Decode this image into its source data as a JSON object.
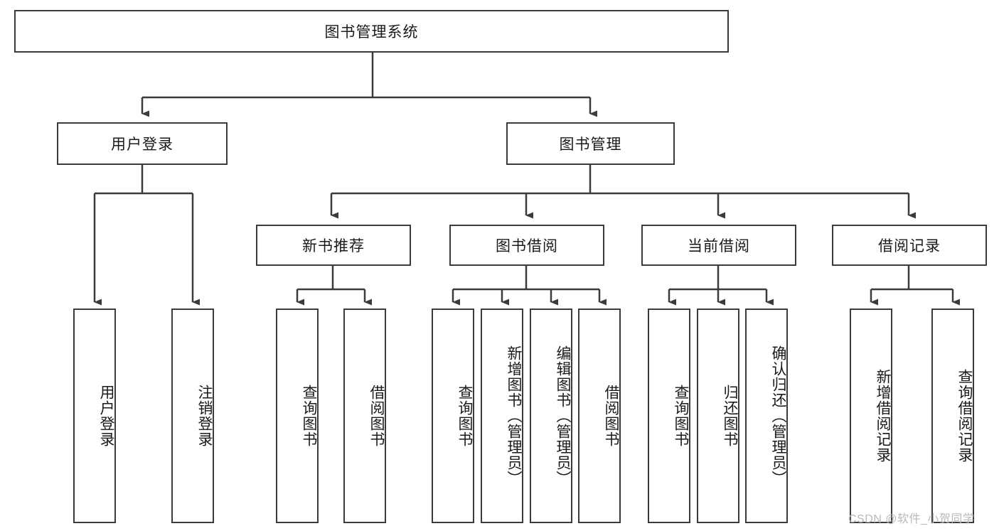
{
  "diagram": {
    "title": "图书管理系统",
    "type": "tree-hierarchy-diagram",
    "colors": {
      "box_border": "#3b3b3b",
      "box_fill": "#ffffff",
      "connector": "#3b3b3b",
      "text": "#1a1a1a",
      "watermark": "#b9b9b9",
      "background": "#ffffff"
    },
    "root": {
      "label": "图书管理系统"
    },
    "level2": [
      {
        "label": "用户登录"
      },
      {
        "label": "图书管理"
      }
    ],
    "level3": [
      {
        "label": "新书推荐"
      },
      {
        "label": "图书借阅"
      },
      {
        "label": "当前借阅"
      },
      {
        "label": "借阅记录"
      }
    ],
    "leaves": {
      "user_login": [
        {
          "label": "用户登录"
        },
        {
          "label": "注销登录"
        }
      ],
      "new_book_recommend": [
        {
          "label": "查询图书"
        },
        {
          "label": "借阅图书"
        }
      ],
      "book_borrow": [
        {
          "label": "查询图书"
        },
        {
          "label": "新增图书（管理员）"
        },
        {
          "label": "编辑图书（管理员）"
        },
        {
          "label": "借阅图书"
        }
      ],
      "current_borrow": [
        {
          "label": "查询图书"
        },
        {
          "label": "归还图书"
        },
        {
          "label": "确认归还（管理员）"
        }
      ],
      "borrow_record": [
        {
          "label": "新增借阅记录"
        },
        {
          "label": "查询借阅记录"
        }
      ]
    },
    "watermark": "CSDN @软件_小贺同学"
  }
}
